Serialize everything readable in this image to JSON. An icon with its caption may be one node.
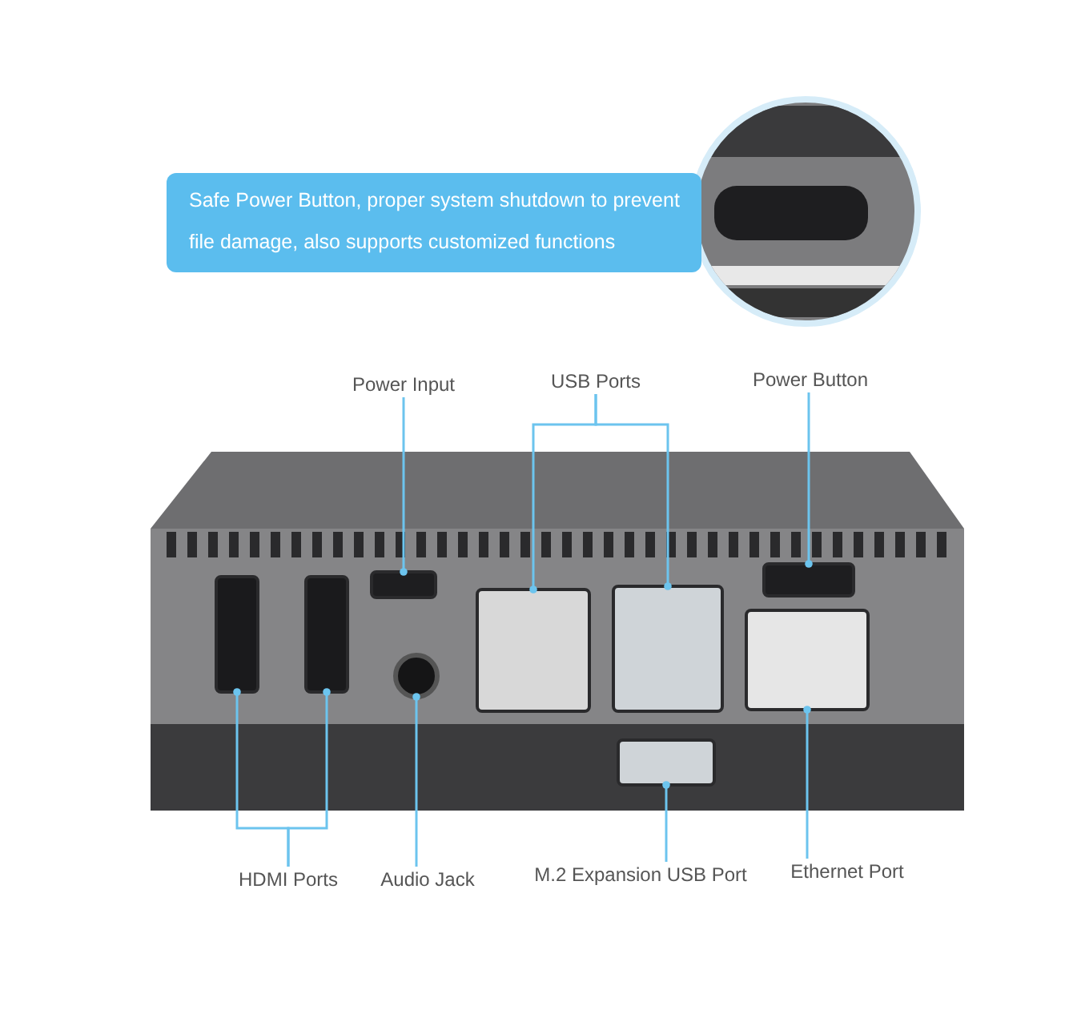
{
  "diagram": {
    "nodes": [
      {
        "text": [
          "Safe Power Button, proper system shutdown to prevent file damage, also supports customized functions"
        ]
      },
      {
        "text": [
          "Power Input"
        ]
      },
      {
        "text": [
          "USB Ports"
        ]
      },
      {
        "text": [
          "Power Button"
        ]
      },
      {
        "text": [
          "HDMI Ports"
        ]
      },
      {
        "text": [
          "Audio Jack"
        ]
      },
      {
        "text": [
          "M.2 Expansion USB Port"
        ]
      },
      {
        "text": [
          "Ethernet Port"
        ]
      },
      {
        "text": [],
        "shape": "box"
      },
      {
        "text": [],
        "shape": "box"
      },
      {
        "text": [],
        "shape": "box"
      },
      {
        "text": [],
        "shape": "circle"
      },
      {
        "text": [],
        "shape": "box"
      },
      {
        "text": [],
        "shape": "box"
      },
      {
        "text": [],
        "shape": "box"
      },
      {
        "text": [],
        "shape": "box"
      },
      {
        "text": [],
        "shape": "box"
      }
    ],
    "edges": [
      {
        "from": 1,
        "to": 10,
        "arrow": "other"
      },
      {
        "from": 2,
        "to": 12,
        "arrow": "other"
      },
      {
        "from": 2,
        "to": 13,
        "arrow": "other"
      },
      {
        "from": 3,
        "to": 14,
        "arrow": "other"
      },
      {
        "from": 4,
        "to": 8,
        "arrow": "other"
      },
      {
        "from": 4,
        "to": 9,
        "arrow": "other"
      },
      {
        "from": 5,
        "to": 11,
        "arrow": "other"
      },
      {
        "from": 6,
        "to": 16,
        "arrow": "other"
      },
      {
        "from": 7,
        "to": 15,
        "arrow": "other"
      }
    ]
  }
}
